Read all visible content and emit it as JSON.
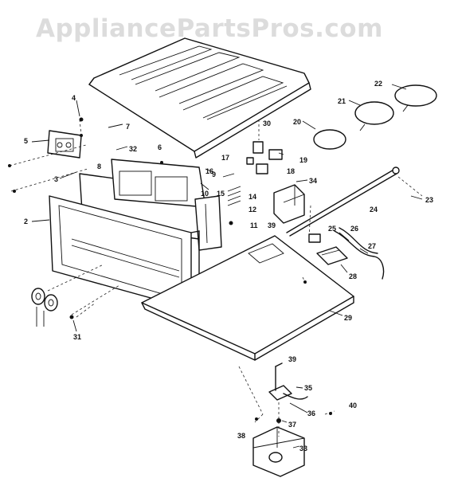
{
  "watermark": "AppliancePartsPros.com",
  "callouts": [
    "2",
    "3",
    "4",
    "5",
    "6",
    "7",
    "8",
    "9",
    "10",
    "11",
    "12",
    "14",
    "15",
    "16",
    "17",
    "18",
    "19",
    "20",
    "21",
    "22",
    "23",
    "24",
    "25",
    "26",
    "27",
    "28",
    "29",
    "30",
    "31",
    "32",
    "33",
    "34",
    "35",
    "36",
    "37",
    "38",
    "39",
    "39",
    "40"
  ]
}
